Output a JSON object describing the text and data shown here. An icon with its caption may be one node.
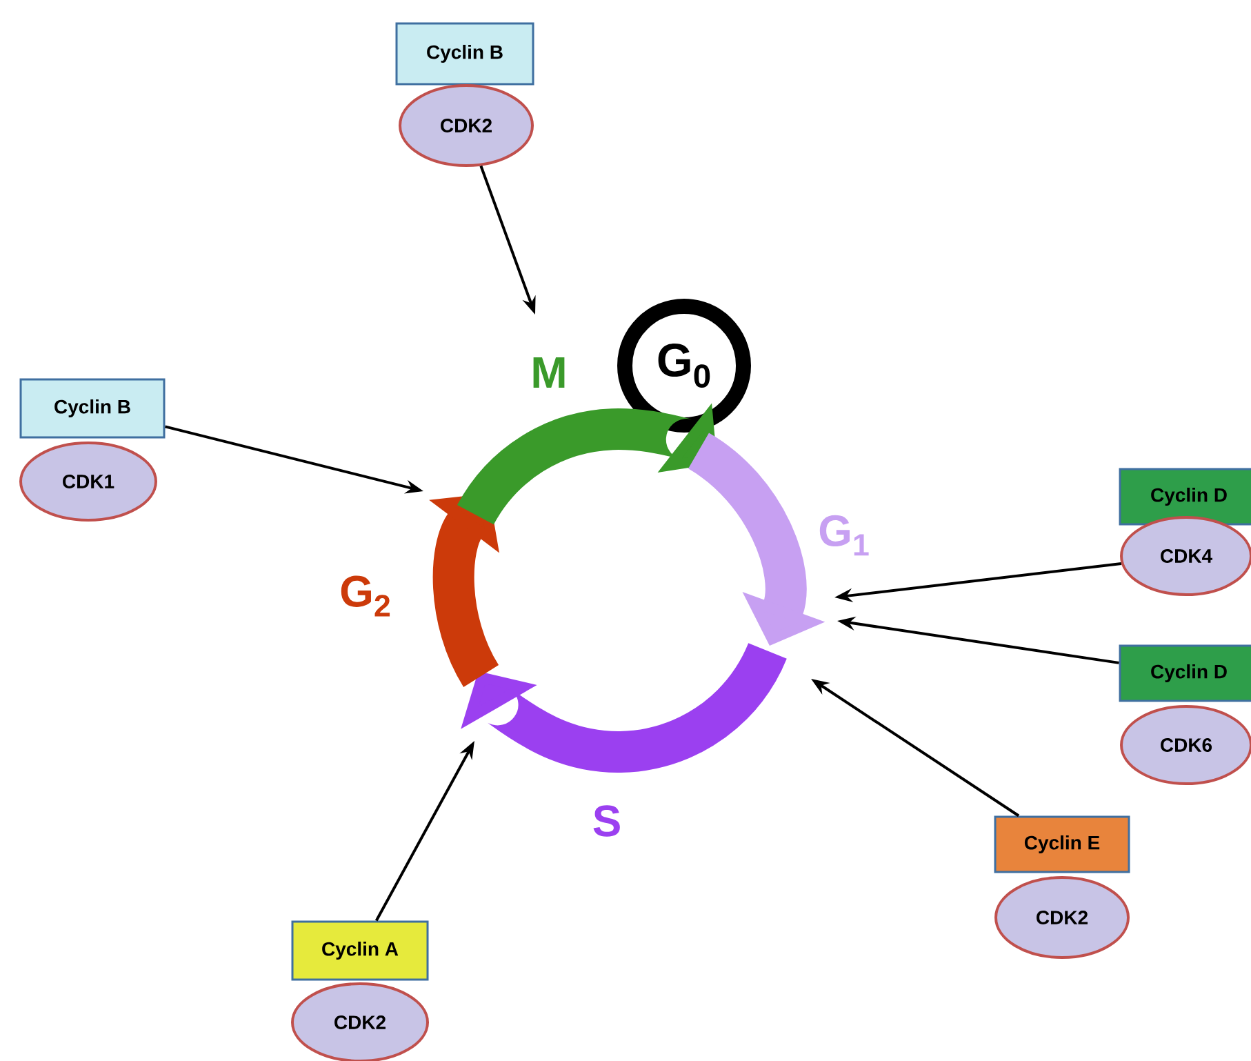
{
  "diagram": {
    "nodes": [
      {
        "text": [
          "Cyclin B"
        ]
      },
      {
        "text": [
          "CDK2"
        ]
      },
      {
        "text": [
          "G$_{0}$"
        ]
      },
      {
        "text": [
          "Cyclin B"
        ]
      },
      {
        "text": [
          "CDK1"
        ]
      },
      {
        "text": [
          "Cyclin D"
        ]
      },
      {
        "text": [
          "CDK4"
        ]
      },
      {
        "text": [
          "Cyclin D"
        ]
      },
      {
        "text": [
          "CDK6"
        ]
      },
      {
        "text": [
          "Cyclin E"
        ]
      },
      {
        "text": [
          "CDK2"
        ]
      },
      {
        "text": [
          "Cyclin A"
        ]
      },
      {
        "text": [
          "CDK2"
        ]
      }
    ],
    "edges": [
      {
        "from": 1,
        "to": null,
        "arrow": "to"
      },
      {
        "from": 3,
        "to": null,
        "arrow": "to"
      },
      {
        "from": 6,
        "to": null,
        "arrow": "to"
      },
      {
        "from": 7,
        "to": null,
        "arrow": "to"
      },
      {
        "from": 9,
        "to": null,
        "arrow": "to"
      },
      {
        "from": 11,
        "to": null,
        "arrow": "to"
      }
    ],
    "labels": [
      "M",
      "G$_{1}$",
      "G$_{2}$",
      "S"
    ]
  }
}
